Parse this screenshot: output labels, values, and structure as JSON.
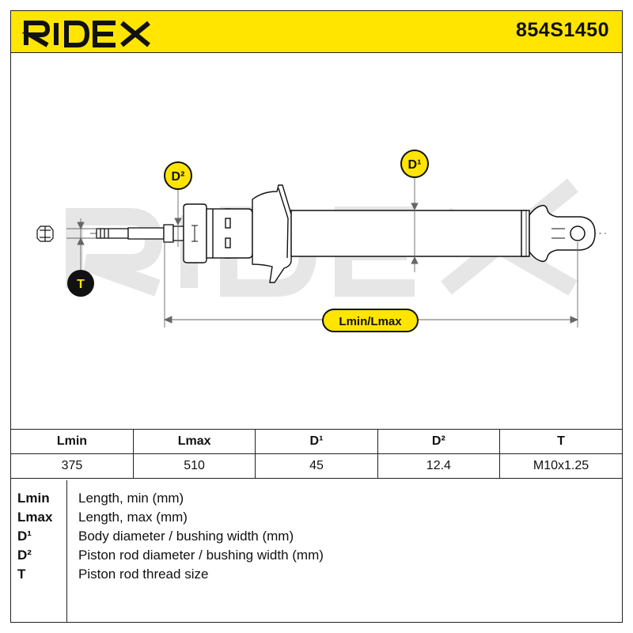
{
  "header": {
    "brand": "RIDEX",
    "part_number": "854S1450",
    "accent_color": "#ffe500"
  },
  "diagram": {
    "labels": {
      "d1": "D¹",
      "d2": "D²",
      "t": "T",
      "length": "Lmin/Lmax"
    },
    "watermark": "RIDEX"
  },
  "specs": {
    "headers": [
      "Lmin",
      "Lmax",
      "D¹",
      "D²",
      "T"
    ],
    "values": [
      "375",
      "510",
      "45",
      "12.4",
      "M10x1.25"
    ]
  },
  "legend": [
    {
      "key": "Lmin",
      "desc": "Length, min (mm)"
    },
    {
      "key": "Lmax",
      "desc": "Length, max (mm)"
    },
    {
      "key": "D¹",
      "desc": "Body diameter / bushing width (mm)"
    },
    {
      "key": "D²",
      "desc": "Piston rod diameter / bushing width (mm)"
    },
    {
      "key": "T",
      "desc": "Piston rod thread size"
    }
  ]
}
